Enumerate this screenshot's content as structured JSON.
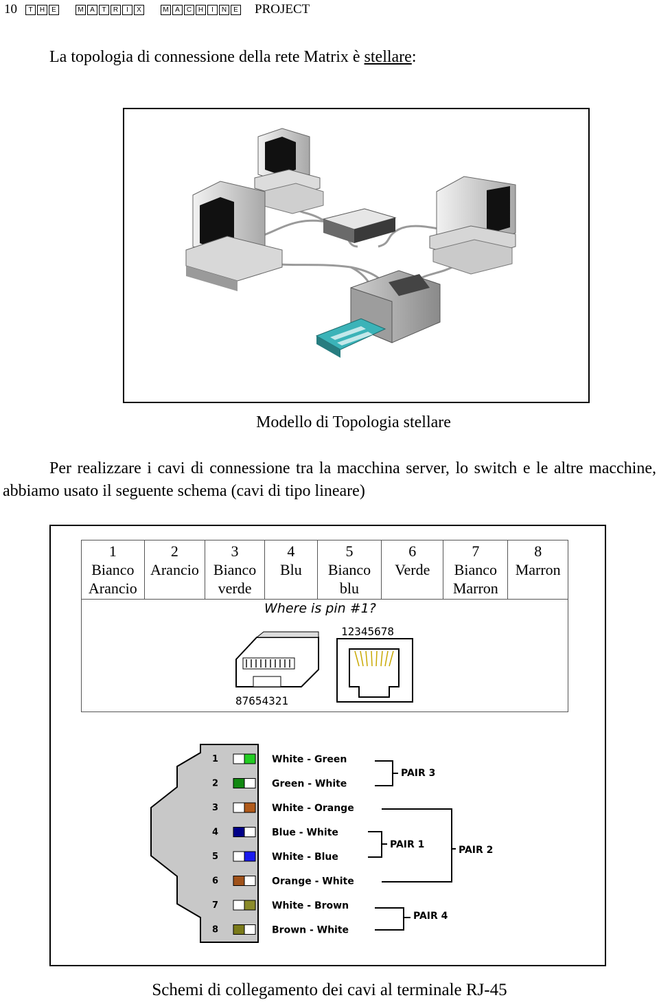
{
  "header": {
    "page_number": "10",
    "keycap_words": [
      [
        "T",
        "H",
        "E"
      ],
      [
        "M",
        "A",
        "T",
        "R",
        "I",
        "X"
      ],
      [
        "M",
        "A",
        "C",
        "H",
        "I",
        "N",
        "E"
      ]
    ],
    "project": "PROJECT"
  },
  "intro": {
    "text": "La topologia di connessione della rete Matrix è",
    "emphasis": "stellare",
    "suffix": ":"
  },
  "figure1": {
    "caption": "Modello di Topologia stellare"
  },
  "paragraph": "Per realizzare i cavi di connessione tra la macchina server, lo switch e le altre macchine, abbiamo usato il seguente schema (cavi di tipo lineare)",
  "pin_table": [
    {
      "pin": "1",
      "color": "Bianco Arancio"
    },
    {
      "pin": "2",
      "color": "Arancio"
    },
    {
      "pin": "3",
      "color": "Bianco verde"
    },
    {
      "pin": "4",
      "color": "Blu"
    },
    {
      "pin": "5",
      "color": "Bianco blu"
    },
    {
      "pin": "6",
      "color": "Verde"
    },
    {
      "pin": "7",
      "color": "Bianco Marron"
    },
    {
      "pin": "8",
      "color": "Marron"
    }
  ],
  "pin_diagram": {
    "question": "Where is pin #1?",
    "plug_numbers": "87654321",
    "jack_numbers": "12345678"
  },
  "wiring": {
    "pins": [
      {
        "num": "1",
        "label": "White - Green",
        "colors": [
          "#ffffff",
          "#22cc22"
        ]
      },
      {
        "num": "2",
        "label": "Green - White",
        "colors": [
          "#118811",
          "#ffffff"
        ]
      },
      {
        "num": "3",
        "label": "White - Orange",
        "colors": [
          "#ffffff",
          "#b05a1a"
        ]
      },
      {
        "num": "4",
        "label": "Blue - White",
        "colors": [
          "#000088",
          "#ffffff"
        ]
      },
      {
        "num": "5",
        "label": "White - Blue",
        "colors": [
          "#ffffff",
          "#1a1aee"
        ]
      },
      {
        "num": "6",
        "label": "Orange - White",
        "colors": [
          "#a0521a",
          "#ffffff"
        ]
      },
      {
        "num": "7",
        "label": "White - Brown",
        "colors": [
          "#ffffff",
          "#8a8a2a"
        ]
      },
      {
        "num": "8",
        "label": "Brown - White",
        "colors": [
          "#7a7a1a",
          "#ffffff"
        ]
      }
    ],
    "pairs": [
      "PAIR 3",
      "PAIR 1",
      "PAIR 2",
      "PAIR 4"
    ]
  },
  "caption2": "Schemi di collegamento dei cavi al terminale RJ-45"
}
